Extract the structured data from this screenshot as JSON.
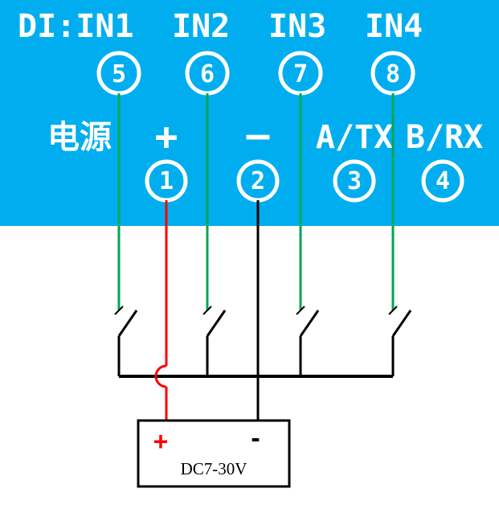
{
  "colors": {
    "panel": "#00AEEF",
    "wire_green": "#00A650",
    "wire_red": "#FF0000",
    "wire_black": "#000000",
    "label_white": "#FFFFFF"
  },
  "di_row": {
    "labels": [
      "DI:IN1",
      "IN2",
      "IN3",
      "IN4"
    ],
    "terminals": [
      "5",
      "6",
      "7",
      "8"
    ]
  },
  "power_row": {
    "labels": [
      "电源",
      "+",
      "—",
      "A/TX",
      "B/RX"
    ],
    "terminals": [
      "1",
      "2",
      "3",
      "4"
    ]
  },
  "power_supply": {
    "plus": "+",
    "minus": "-",
    "voltage": "DC7-30V"
  }
}
